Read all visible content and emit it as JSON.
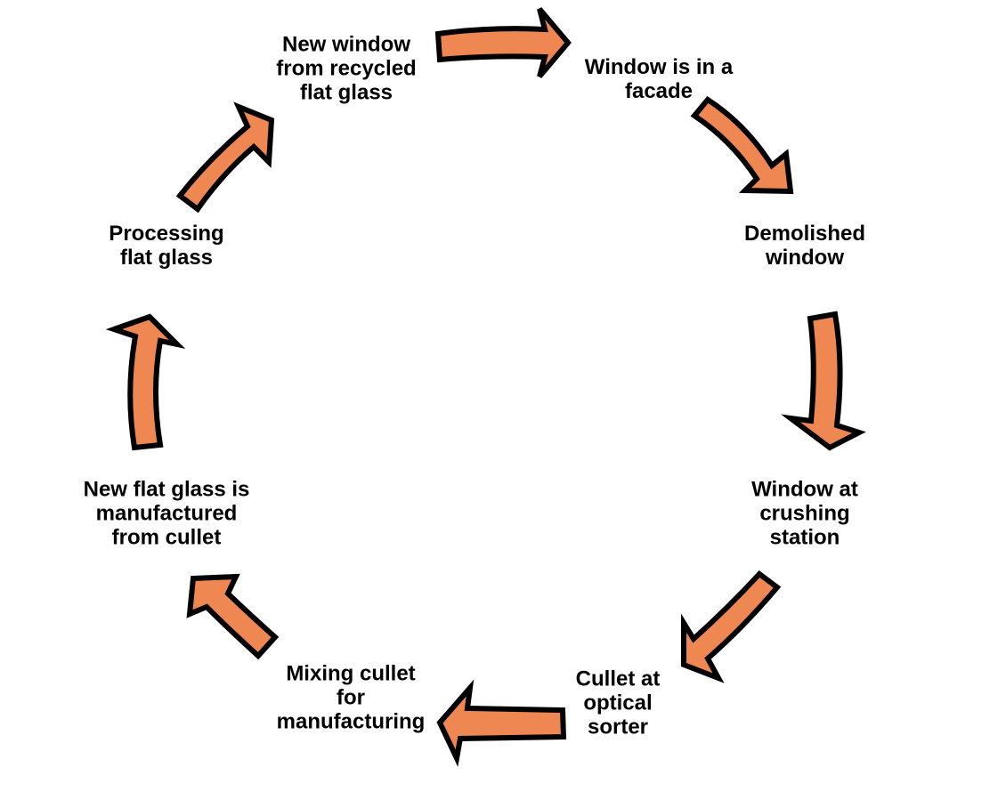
{
  "diagram": {
    "type": "cycle",
    "colors": {
      "arrow_fill": "#ee8752",
      "arrow_stroke": "#000000",
      "text": "#000000"
    },
    "stages": [
      {
        "id": "new-window",
        "label": "New window\nfrom recycled\nflat glass"
      },
      {
        "id": "window-in-facade",
        "label": "Window is in a\nfacade"
      },
      {
        "id": "demolished-window",
        "label": "Demolished\nwindow"
      },
      {
        "id": "window-at-crushing-station",
        "label": "Window at\ncrushing\nstation"
      },
      {
        "id": "cullet-at-optical-sorter",
        "label": "Cullet at\noptical\nsorter"
      },
      {
        "id": "mixing-cullet",
        "label": "Mixing cullet\nfor\nmanufacturing"
      },
      {
        "id": "new-flat-glass",
        "label": "New flat glass is\nmanufactured\nfrom cullet"
      },
      {
        "id": "processing-flat-glass",
        "label": "Processing\nflat glass"
      }
    ],
    "arrows": [
      {
        "from": "new-window",
        "to": "window-in-facade"
      },
      {
        "from": "window-in-facade",
        "to": "demolished-window"
      },
      {
        "from": "demolished-window",
        "to": "window-at-crushing-station"
      },
      {
        "from": "window-at-crushing-station",
        "to": "cullet-at-optical-sorter"
      },
      {
        "from": "cullet-at-optical-sorter",
        "to": "mixing-cullet"
      },
      {
        "from": "mixing-cullet",
        "to": "new-flat-glass"
      },
      {
        "from": "new-flat-glass",
        "to": "processing-flat-glass"
      },
      {
        "from": "processing-flat-glass",
        "to": "new-window"
      }
    ]
  }
}
